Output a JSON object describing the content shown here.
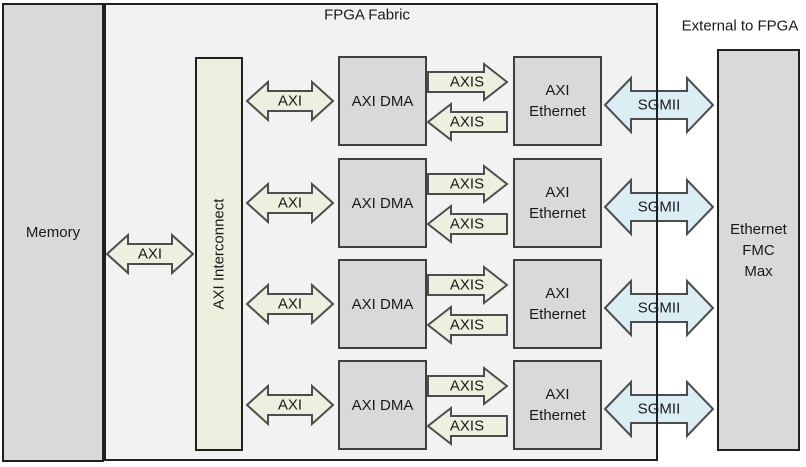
{
  "memory": {
    "label": "Memory"
  },
  "fabric": {
    "label": "FPGA Fabric"
  },
  "external": {
    "label": "External to FPGA"
  },
  "interconnect": {
    "label": "AXI Interconnect"
  },
  "memory_link": {
    "label": "AXI"
  },
  "fmc": {
    "line1": "Ethernet",
    "line2": "FMC",
    "line3": "Max"
  },
  "rows": [
    {
      "axi": "AXI",
      "dma": "AXI DMA",
      "axis_to_eth": "AXIS",
      "axis_to_dma": "AXIS",
      "eth1": "AXI",
      "eth2": "Ethernet",
      "sgmii": "SGMII"
    },
    {
      "axi": "AXI",
      "dma": "AXI DMA",
      "axis_to_eth": "AXIS",
      "axis_to_dma": "AXIS",
      "eth1": "AXI",
      "eth2": "Ethernet",
      "sgmii": "SGMII"
    },
    {
      "axi": "AXI",
      "dma": "AXI DMA",
      "axis_to_eth": "AXIS",
      "axis_to_dma": "AXIS",
      "eth1": "AXI",
      "eth2": "Ethernet",
      "sgmii": "SGMII"
    },
    {
      "axi": "AXI",
      "dma": "AXI DMA",
      "axis_to_eth": "AXIS",
      "axis_to_dma": "AXIS",
      "eth1": "AXI",
      "eth2": "Ethernet",
      "sgmii": "SGMII"
    }
  ],
  "colors": {
    "gray_fill": "#d9d9d9",
    "fabric_fill": "#f2f2f2",
    "green_fill": "#ebf1de",
    "blue_fill": "#daeef3",
    "border_dark": "#1f1f1f",
    "box_border": "#3f3f3f",
    "arrow_stroke": "#4d4d4d",
    "text": "#1a1a1a"
  }
}
